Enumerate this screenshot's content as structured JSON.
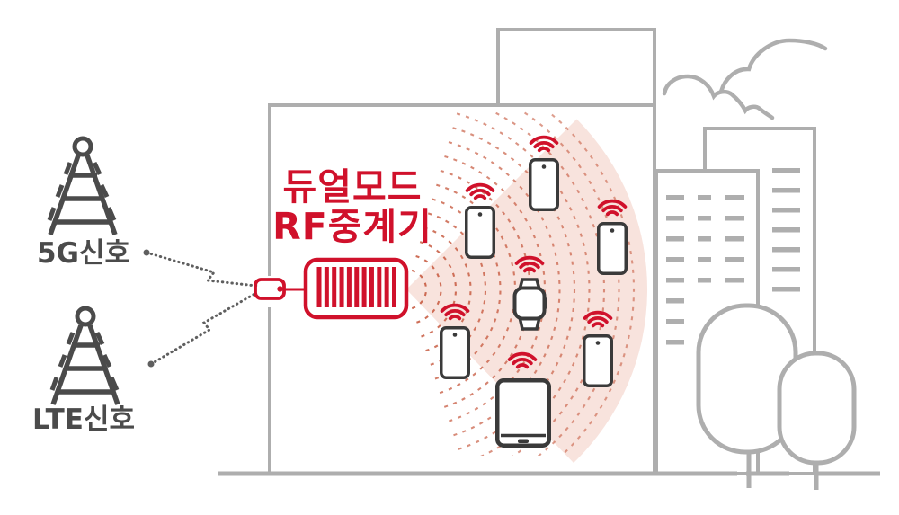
{
  "diagram": {
    "title": {
      "line1": "듀얼모드",
      "line2": "RF중계기"
    },
    "towers": [
      {
        "name": "cell-tower-5g",
        "label": "5G신호"
      },
      {
        "name": "cell-tower-lte",
        "label": "LTE신호"
      }
    ],
    "repeater": {
      "type": "dual-mode RF repeater",
      "fin_count": 11
    },
    "devices": [
      "smartphone",
      "smartphone",
      "smartphone",
      "smartwatch",
      "smartphone",
      "tablet",
      "smartphone"
    ],
    "icons": [
      "cell-tower-icon",
      "wifi-signal-icon",
      "repeater-icon",
      "cloud-icon",
      "tree-icon",
      "building-icon"
    ],
    "colors": {
      "accent_red": "#d0112b",
      "coverage_fill": "#f8e3dd",
      "arc_dash": "#c75b41",
      "structure_gray": "#aeaeae",
      "device_dark": "#3a3a3a",
      "text_dark": "#4b4b4b",
      "dotted_line_gray": "#5f5f5f"
    }
  }
}
